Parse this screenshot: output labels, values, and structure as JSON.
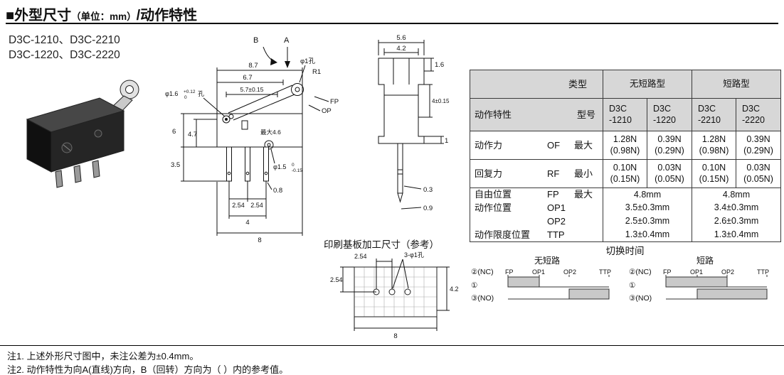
{
  "header": {
    "title1": "■外型尺寸",
    "unit": "（单位：mm）",
    "title2": "/动作特性"
  },
  "models": {
    "line1": "D3C-1210、D3C-2210",
    "line2": "D3C-1220、D3C-2220"
  },
  "side": {
    "b": "B",
    "a": "A",
    "hole1": "φ1孔",
    "r1": "R1",
    "d87": "8.7",
    "d67": "6.7",
    "d57": "5.7±0.15",
    "phi16": "φ1.6",
    "phi16_top": "+0.12",
    "phi16_bot": "0",
    "phi16_suffix": "孔",
    "fp": "FP",
    "op": "OP",
    "max46": "最大4.6",
    "d6": "6",
    "d47": "4.7",
    "d35": "3.5",
    "phi15": "φ1.5",
    "phi15_top": "0",
    "phi15_bot": "-0.15",
    "d08": "0.8",
    "d254a": "2.54",
    "d254b": "2.54",
    "d4": "4",
    "d8": "8"
  },
  "front": {
    "d56": "5.6",
    "d42": "4.2",
    "d16": "1.6",
    "d4015": "4±0.15",
    "d1": "1",
    "d03": "0.3",
    "d09": "0.9"
  },
  "pcb": {
    "title": "印刷基板加工尺寸（参考）",
    "d254h": "2.54",
    "d254v": "2.54",
    "holes": "3-φ1孔",
    "d42": "4.2",
    "d8": "8"
  },
  "table": {
    "type_label": "类型",
    "group1": "无短路型",
    "group2": "短路型",
    "char_label": "动作特性",
    "model_label": "型号",
    "model_cols": [
      {
        "l1": "D3C",
        "l2": "-1210"
      },
      {
        "l1": "D3C",
        "l2": "-1220"
      },
      {
        "l1": "D3C",
        "l2": "-2210"
      },
      {
        "l1": "D3C",
        "l2": "-2220"
      }
    ],
    "force_rows": [
      {
        "label": "动作力",
        "code": "OF",
        "qual": "最大",
        "cells": [
          {
            "v": "1.28N",
            "p": "(0.98N)"
          },
          {
            "v": "0.39N",
            "p": "(0.29N)"
          },
          {
            "v": "1.28N",
            "p": "(0.98N)"
          },
          {
            "v": "0.39N",
            "p": "(0.29N)"
          }
        ]
      },
      {
        "label": "回复力",
        "code": "RF",
        "qual": "最小",
        "cells": [
          {
            "v": "0.10N",
            "p": "(0.15N)"
          },
          {
            "v": "0.03N",
            "p": "(0.05N)"
          },
          {
            "v": "0.10N",
            "p": "(0.15N)"
          },
          {
            "v": "0.03N",
            "p": "(0.05N)"
          }
        ]
      }
    ],
    "travel_rows": [
      {
        "label": "自由位置",
        "code": "FP",
        "qual": "最大",
        "left": "4.8mm",
        "right": "4.8mm"
      },
      {
        "label": "动作位置",
        "code": "OP1",
        "qual": "",
        "left": "3.5±0.3mm",
        "right": "3.4±0.3mm"
      },
      {
        "label": "",
        "code": "OP2",
        "qual": "",
        "left": "2.5±0.3mm",
        "right": "2.6±0.3mm"
      },
      {
        "label": "动作限度位置",
        "code": "TTP",
        "qual": "",
        "left": "1.3±0.4mm",
        "right": "1.3±0.4mm"
      }
    ]
  },
  "timing": {
    "title": "切换时间",
    "left": {
      "title": "无短路",
      "scale": [
        "FP",
        "OP1",
        "OP2",
        "TTP"
      ],
      "rows": [
        "②(NC)",
        "①",
        "③(NO)"
      ]
    },
    "right": {
      "title": "短路",
      "scale": [
        "FP",
        "OP1",
        "OP2",
        "TTP"
      ],
      "rows": [
        "②(NC)",
        "①",
        "③(NO)"
      ]
    }
  },
  "notes": [
    "注1. 上述外形尺寸图中，未注公差为±0.4mm。",
    "注2. 动作特性为向A(直线)方向，B（回转）方向为（ ）内的参考值。"
  ]
}
